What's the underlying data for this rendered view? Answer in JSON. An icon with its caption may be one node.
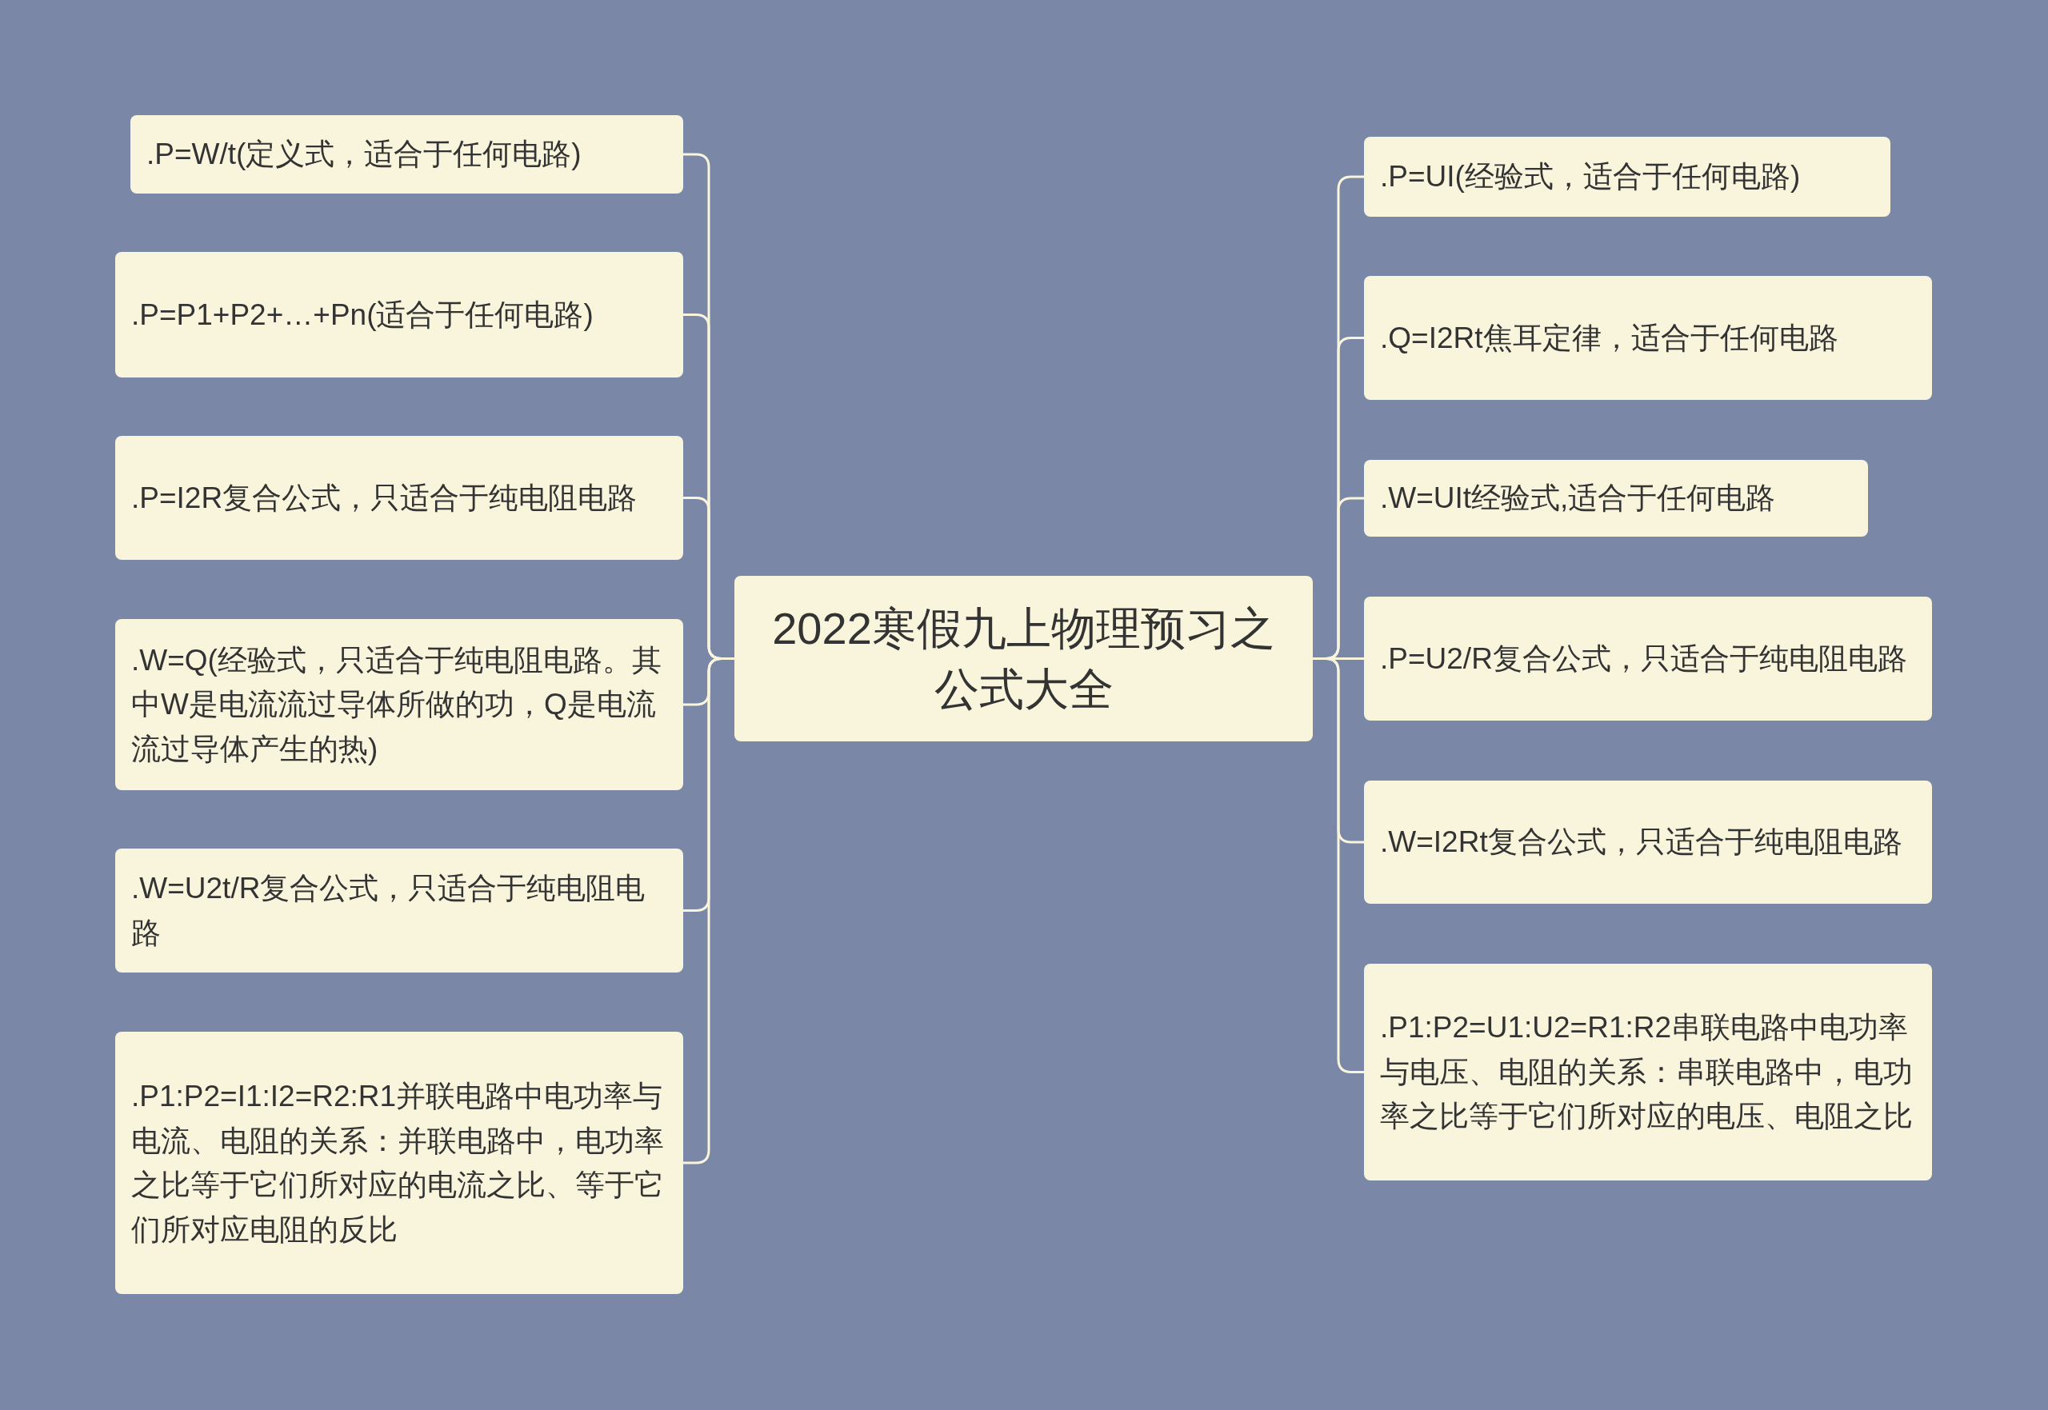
{
  "diagram": {
    "nodes": [
      {
        "text": [
          "2022寒假九上物理预习之公式大全"
        ]
      },
      {
        "text": [
          ".P=W/t(定义式，适合于任何电路)"
        ]
      },
      {
        "text": [
          ".P=P1+P2+…+Pn(适合于任何电路)"
        ]
      },
      {
        "text": [
          ".P=I2R复合公式，只适合于纯电阻电路"
        ]
      },
      {
        "text": [
          ".W=Q(经验式，只适合于纯电阻电路。其中W是电流流过导体所做的功，Q是电流流过导体产生的热)"
        ]
      },
      {
        "text": [
          ".W=U2t/R复合公式，只适合于纯电阻电路"
        ]
      },
      {
        "text": [
          ".P1:P2=I1:I2=R2:R1并联电路中电功率与电流、电阻的关系：并联电路中，电功率之比等于它们所对应的电流之比、等于它们所对应电阻的反比"
        ]
      },
      {
        "text": [
          ".P=UI(经验式，适合于任何电路)"
        ]
      },
      {
        "text": [
          ".Q=I2Rt焦耳定律，适合于任何电路"
        ]
      },
      {
        "text": [
          ".W=UIt经验式,适合于任何电路"
        ]
      },
      {
        "text": [
          ".P=U2/R复合公式，只适合于纯电阻电路"
        ]
      },
      {
        "text": [
          ".W=I2Rt复合公式，只适合于纯电阻电路"
        ]
      },
      {
        "text": [
          ".P1:P2=U1:U2=R1:R2串联电路中电功率与电压、电阻的关系：串联电路中，电功率之比等于它们所对应的电压、电阻之比"
        ]
      }
    ],
    "edges": [
      {
        "from": 0,
        "to": 1,
        "arrow": "none"
      },
      {
        "from": 0,
        "to": 2,
        "arrow": "none"
      },
      {
        "from": 0,
        "to": 3,
        "arrow": "none"
      },
      {
        "from": 0,
        "to": 4,
        "arrow": "none"
      },
      {
        "from": 0,
        "to": 5,
        "arrow": "none"
      },
      {
        "from": 0,
        "to": 6,
        "arrow": "none"
      },
      {
        "from": 0,
        "to": 7,
        "arrow": "none"
      },
      {
        "from": 0,
        "to": 8,
        "arrow": "none"
      },
      {
        "from": 0,
        "to": 9,
        "arrow": "none"
      },
      {
        "from": 0,
        "to": 10,
        "arrow": "none"
      },
      {
        "from": 0,
        "to": 11,
        "arrow": "none"
      },
      {
        "from": 0,
        "to": 12,
        "arrow": "none"
      }
    ]
  }
}
